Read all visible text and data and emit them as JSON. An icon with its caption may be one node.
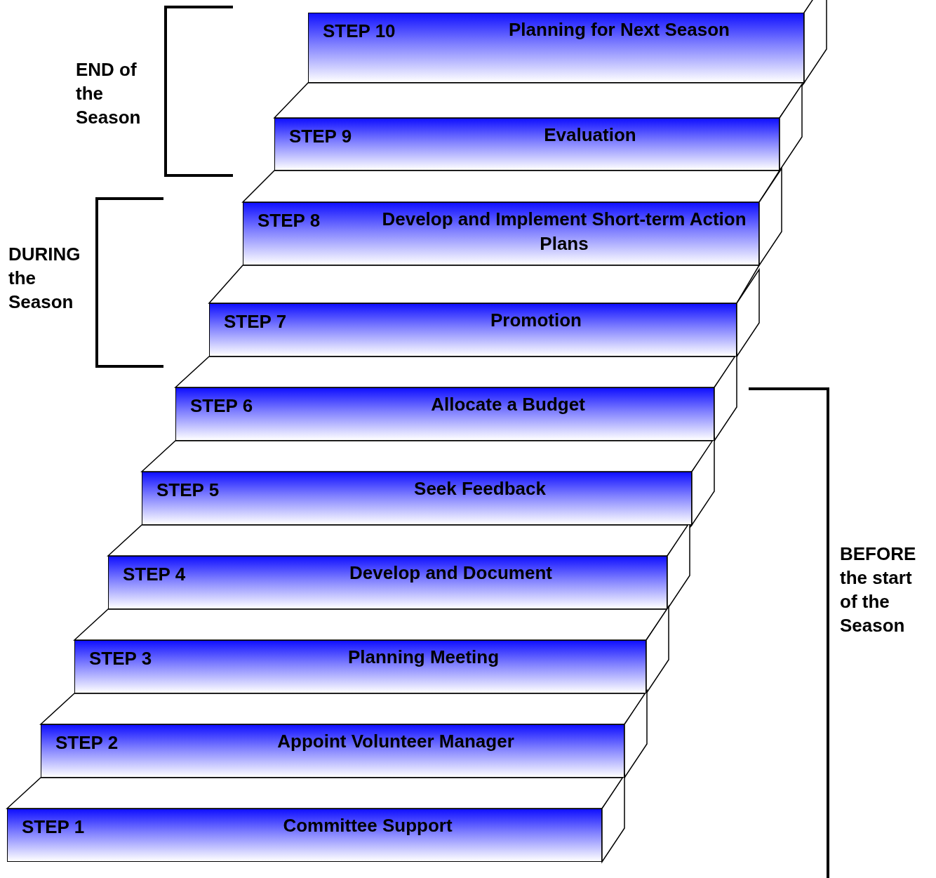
{
  "diagram": {
    "nodes": [
      {
        "text": [
          "STEP 10",
          "Planning for Next Season"
        ]
      },
      {
        "text": [
          "STEP 9",
          "Evaluation"
        ]
      },
      {
        "text": [
          "STEP 8",
          "Develop and Implement Short-term Action Plans"
        ]
      },
      {
        "text": [
          "STEP 7",
          "Promotion"
        ]
      },
      {
        "text": [
          "STEP 6",
          "Allocate a Budget"
        ]
      },
      {
        "text": [
          "STEP 5",
          "Seek Feedback"
        ]
      },
      {
        "text": [
          "STEP 4",
          "Develop and Document"
        ]
      },
      {
        "text": [
          "STEP 3",
          "Planning Meeting"
        ]
      },
      {
        "text": [
          "STEP 2",
          "Appoint Volunteer Manager"
        ]
      },
      {
        "text": [
          "STEP 1",
          "Committee Support"
        ]
      }
    ],
    "labels": [
      "END of the Season",
      "DURING the Season",
      "BEFORE the start of the Season"
    ]
  }
}
